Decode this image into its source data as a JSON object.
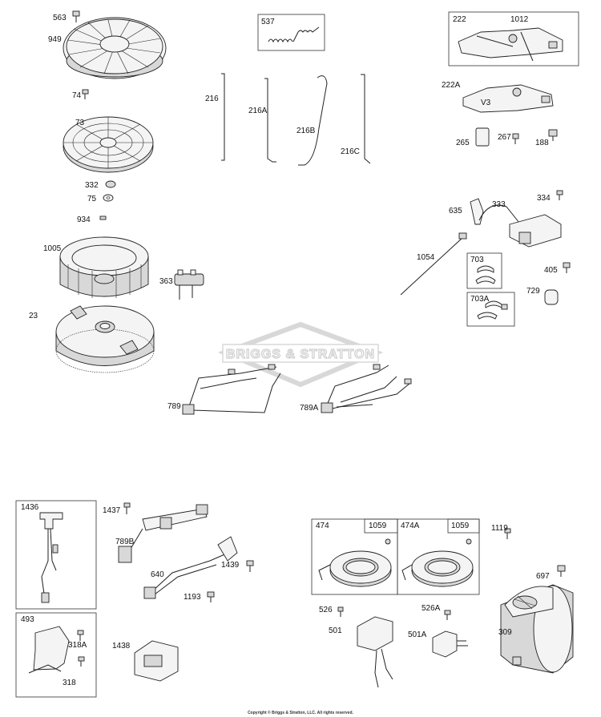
{
  "watermark": "BRIGGS & STRATTON",
  "copyright": "Copyright © Briggs & Stratton, LLC. All rights reserved.",
  "labels": {
    "p563": "563",
    "p949": "949",
    "p74": "74",
    "p73": "73",
    "p332": "332",
    "p75": "75",
    "p934": "934",
    "p1005": "1005",
    "p363": "363",
    "p23": "23",
    "p216": "216",
    "p216A": "216A",
    "p216B": "216B",
    "p216C": "216C",
    "p537": "537",
    "p222": "222",
    "p1012": "1012",
    "p222A": "222A",
    "v3": "V3",
    "p265": "265",
    "p267": "267",
    "p188": "188",
    "p635": "635",
    "p333": "333",
    "p334": "334",
    "p1054": "1054",
    "p703": "703",
    "p703A": "703A",
    "p405": "405",
    "p729": "729",
    "p789": "789",
    "p789A": "789A",
    "p1436": "1436",
    "p1437": "1437",
    "p789B": "789B",
    "p640": "640",
    "p1439": "1439",
    "p1193": "1193",
    "p493": "493",
    "p318A": "318A",
    "p318": "318",
    "p1438": "1438",
    "p474": "474",
    "p1059a": "1059",
    "p474A": "474A",
    "p1059b": "1059",
    "p1119": "1119",
    "p697": "697",
    "p526": "526",
    "p526A": "526A",
    "p501": "501",
    "p501A": "501A",
    "p309": "309"
  }
}
